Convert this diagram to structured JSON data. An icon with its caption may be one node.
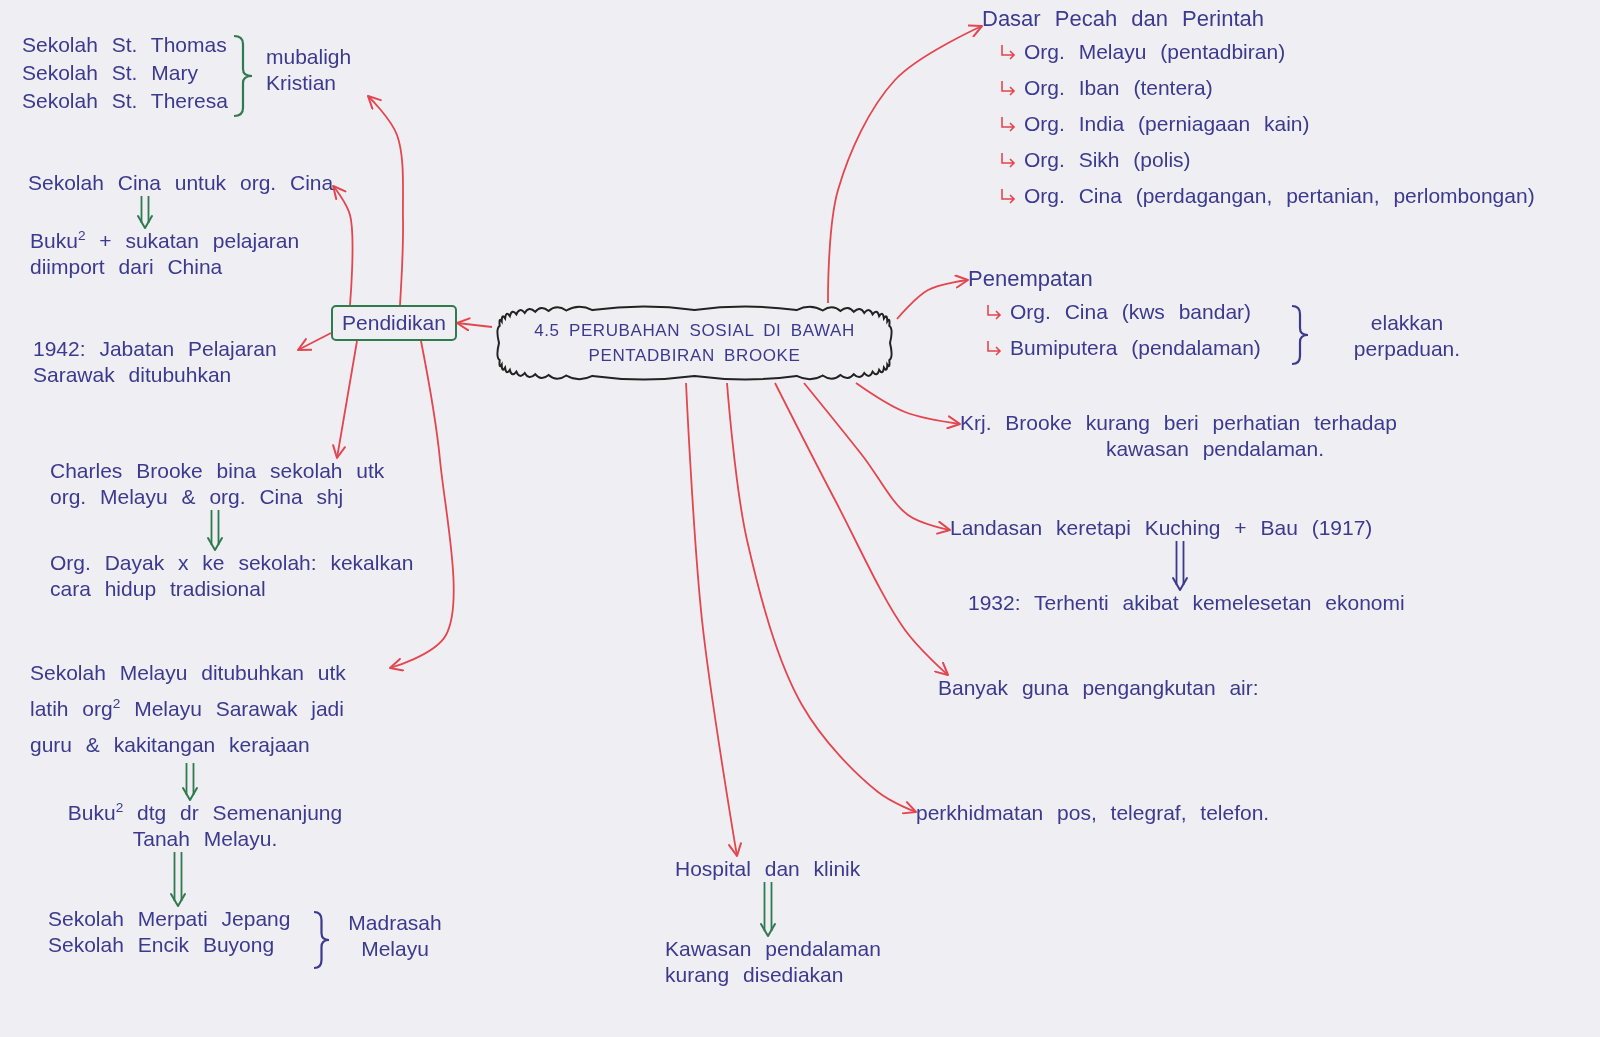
{
  "diagram": {
    "nodes": [
      {
        "text": [
          "4.5 PERUBAHAN SOSIAL DI BAWAH PENTADBIRAN BROOKE"
        ]
      },
      {
        "text": [
          "Pendidikan"
        ]
      },
      {
        "text": [
          "mubaligh Kristian"
        ],
        "beside": [
          "Sekolah St. Thomas",
          "Sekolah St. Mary",
          "Sekolah St. Theresa"
        ]
      },
      {
        "text": [
          "Sekolah Cina untuk org. Cina"
        ]
      },
      {
        "text": [
          "Buku$^{2}$ + sukatan pelajaran diimport dari China"
        ]
      },
      {
        "text": [
          "1942: Jabatan Pelajaran Sarawak ditubuhkan"
        ]
      },
      {
        "text": [
          "Charles Brooke bina sekolah utk org. Melayu & org. Cina shj"
        ]
      },
      {
        "text": [
          "Org. Dayak x ke sekolah: kekalkan cara hidup tradisional"
        ]
      },
      {
        "text": [
          "Sekolah Melayu ditubuhkan utk latih org$^{2}$ Melayu Sarawak jadi guru & kakitangan kerajaan"
        ]
      },
      {
        "text": [
          "Buku$^{2}$ dtg dr Semenanjung Tanah Melayu."
        ]
      },
      {
        "text": [
          "Sekolah Merpati Jepang",
          "Sekolah Encik Buyong"
        ],
        "beside": [
          "Madrasah Melayu"
        ]
      },
      {
        "text": [
          "Dasar Pecah dan Perintah",
          "Org. Melayu (pentadbiran)",
          "Org. Iban (tentera)",
          "Org. India (perniagaan kain)",
          "Org. Sikh (polis)",
          "Org. Cina (perdagangan, pertanian, perlombongan)"
        ]
      },
      {
        "text": [
          "Penempatan",
          "Org. Cina (kws bandar)",
          "Bumiputera (pendalaman)"
        ]
      },
      {
        "text": [
          "Krj. Brooke kurang beri perhatian terhadap kawasan pendalaman."
        ]
      },
      {
        "text": [
          "Landasan keretapi Kuching + Bau (1917)"
        ]
      },
      {
        "text": [
          "1932: Terhenti akibat kemelesetan ekonomi"
        ]
      },
      {
        "text": [
          "Banyak guna pengangkutan air:"
        ]
      },
      {
        "text": [
          "perkhidmatan pos, telegraf, telefon."
        ]
      },
      {
        "text": [
          "Hospital dan klinik"
        ]
      },
      {
        "text": [
          "Kawasan pendalaman kurang disediakan"
        ]
      }
    ],
    "edges": [
      {
        "from": 0,
        "to": 1,
        "arrow": "to"
      },
      {
        "from": 1,
        "to": 2,
        "arrow": "to"
      },
      {
        "from": 1,
        "to": 3,
        "arrow": "to"
      },
      {
        "from": 3,
        "to": 4,
        "arrow": "to",
        "color": "#2f7a4e"
      },
      {
        "from": 1,
        "to": 5,
        "arrow": "to"
      },
      {
        "from": 1,
        "to": 6,
        "arrow": "to"
      },
      {
        "from": 6,
        "to": 7,
        "arrow": "to",
        "color": "#2f7a4e"
      },
      {
        "from": 1,
        "to": 8,
        "arrow": "to"
      },
      {
        "from": 8,
        "to": 9,
        "arrow": "to",
        "color": "#2f7a4e"
      },
      {
        "from": 9,
        "to": 10,
        "arrow": "to",
        "color": "#2f7a4e"
      },
      {
        "from": 0,
        "to": 11,
        "arrow": "to"
      },
      {
        "from": 0,
        "to": 12,
        "arrow": "to"
      },
      {
        "from": 0,
        "to": 13,
        "arrow": "to"
      },
      {
        "from": 0,
        "to": 14,
        "arrow": "to"
      },
      {
        "from": 14,
        "to": 15,
        "arrow": "to",
        "color": "#3b3a8e"
      },
      {
        "from": 0,
        "to": 16,
        "arrow": "to"
      },
      {
        "from": 0,
        "to": 17,
        "arrow": "to"
      },
      {
        "from": 0,
        "to": 18,
        "arrow": "to"
      },
      {
        "from": 18,
        "to": 19,
        "arrow": "to",
        "color": "#2f7a4e"
      }
    ],
    "labels": [
      "elakkan perpaduan."
    ]
  }
}
